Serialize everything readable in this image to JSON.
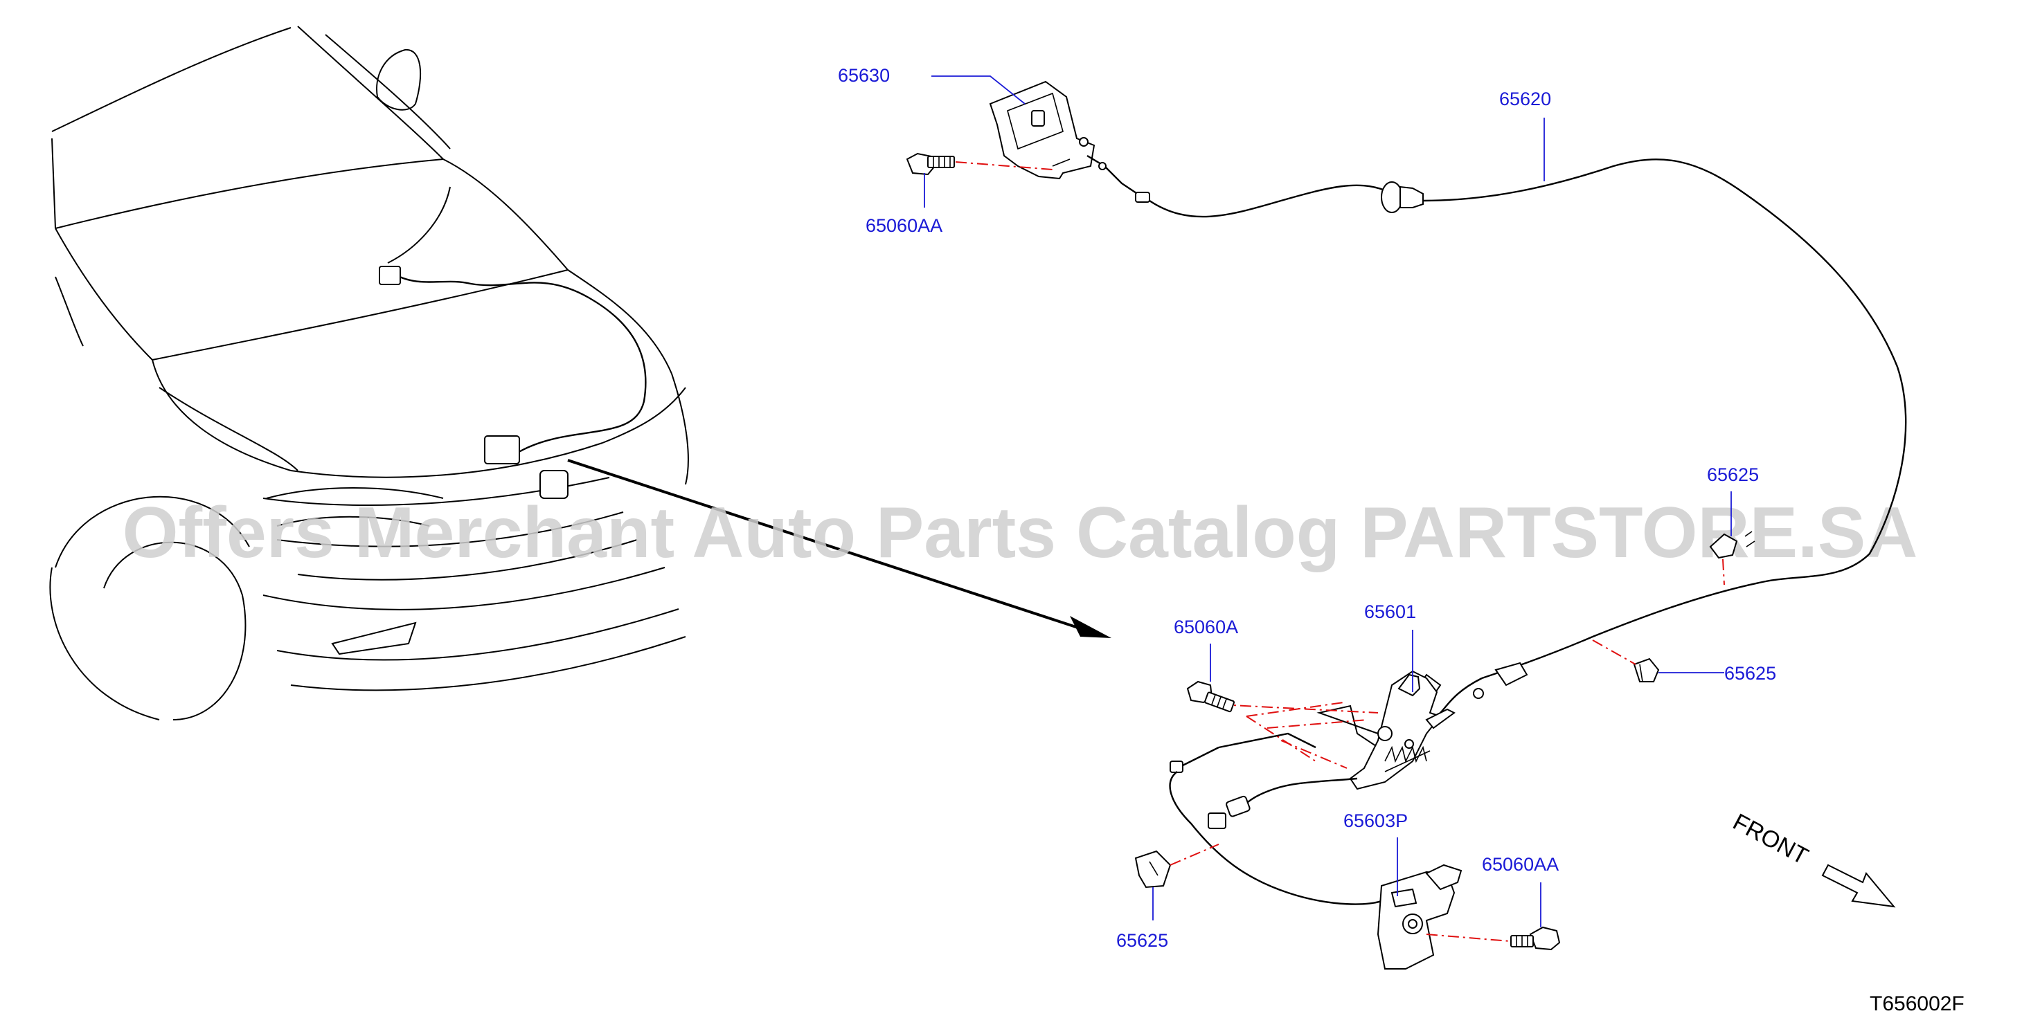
{
  "watermark": "Offers Merchant Auto Parts Catalog PARTSTORE.SA",
  "diagram_code": "T656002F",
  "direction_label": "FRONT",
  "part_labels": {
    "p65630": "65630",
    "p65620": "65620",
    "p65060AA_top": "65060AA",
    "p65625_right_upper": "65625",
    "p65625_right_lower": "65625",
    "p65060A": "65060A",
    "p65601": "65601",
    "p65603P": "65603P",
    "p65060AA_bottom": "65060AA",
    "p65625_left": "65625"
  },
  "colors": {
    "label": "#1a1ad6",
    "dash": "#e01010",
    "line": "#000000",
    "watermark": "#cfcfcf"
  }
}
